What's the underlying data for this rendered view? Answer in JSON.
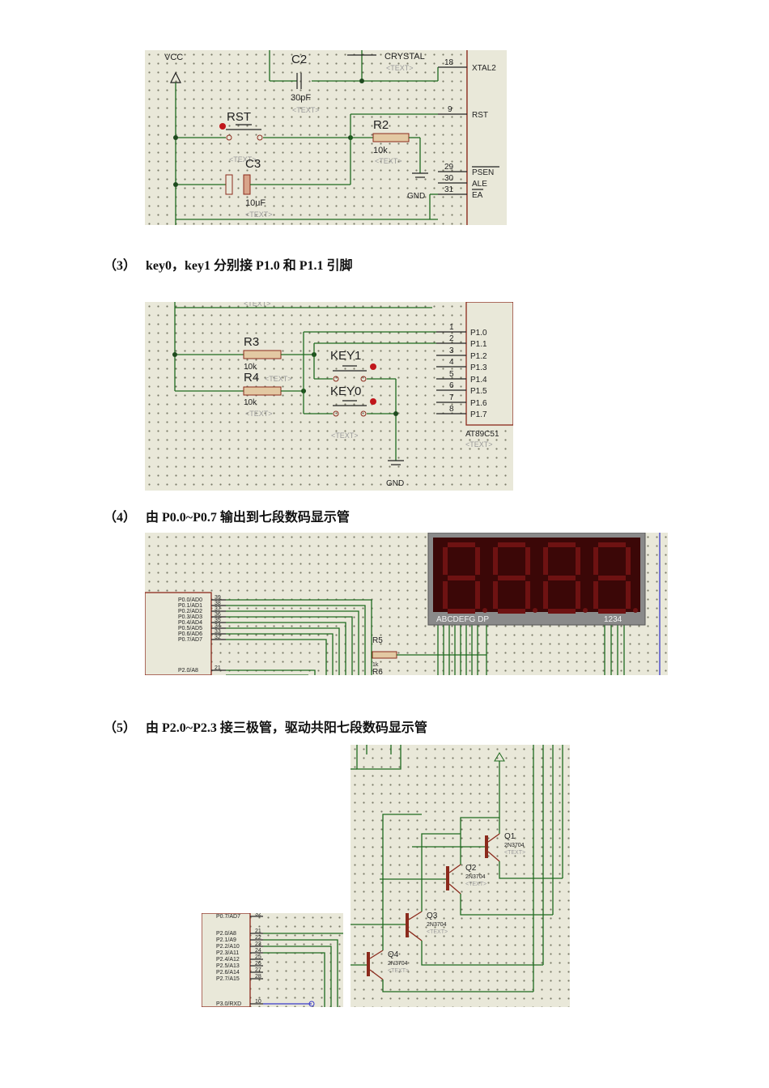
{
  "headings": [
    {
      "num": "（3）",
      "text": "key0，key1 分别接 P1.0 和 P1.1 引脚"
    },
    {
      "num": "（4）",
      "text": "由 P0.0~P0.7 输出到七段数码显示管"
    },
    {
      "num": "（5）",
      "text": "由 P2.0~P2.3 接三极管，驱动共阳七段数码显示管"
    }
  ],
  "fig1": {
    "vcc": "VCC",
    "c2": "C2",
    "c2_value": "30pF",
    "crystal": "CRYSTAL",
    "rst": "RST",
    "r2": "R2",
    "r2_value": "10k",
    "c3": "C3",
    "c3_value": "10uF",
    "gnd": "GND",
    "text_placeholder": "<TEXT>",
    "pins": [
      {
        "num": "18",
        "name": "XTAL2"
      },
      {
        "num": "9",
        "name": "RST"
      },
      {
        "num": "29",
        "name": "PSEN"
      },
      {
        "num": "30",
        "name": "ALE"
      },
      {
        "num": "31",
        "name": "EA"
      }
    ]
  },
  "fig2": {
    "r3": "R3",
    "r3_value": "10k",
    "r4": "R4",
    "r4_value": "10k",
    "key1": "KEY1",
    "key0": "KEY0",
    "gnd": "GND",
    "chip": "AT89C51",
    "text_placeholder": "<TEXT>",
    "pins": [
      {
        "num": "1",
        "name": "P1.0"
      },
      {
        "num": "2",
        "name": "P1.1"
      },
      {
        "num": "3",
        "name": "P1.2"
      },
      {
        "num": "4",
        "name": "P1.3"
      },
      {
        "num": "5",
        "name": "P1.4"
      },
      {
        "num": "6",
        "name": "P1.5"
      },
      {
        "num": "7",
        "name": "P1.6"
      },
      {
        "num": "8",
        "name": "P1.7"
      }
    ]
  },
  "fig3": {
    "display_seg_label": "ABCDEFG DP",
    "display_digit_label": "1234",
    "r5": "R5",
    "r5_value": "1k",
    "r6": "R6",
    "pins": [
      {
        "num": "39",
        "name": "P0.0/AD0"
      },
      {
        "num": "38",
        "name": "P0.1/AD1"
      },
      {
        "num": "37",
        "name": "P0.2/AD2"
      },
      {
        "num": "36",
        "name": "P0.3/AD3"
      },
      {
        "num": "35",
        "name": "P0.4/AD4"
      },
      {
        "num": "34",
        "name": "P0.5/AD5"
      },
      {
        "num": "33",
        "name": "P0.6/AD6"
      },
      {
        "num": "32",
        "name": "P0.7/AD7"
      },
      {
        "num": "21",
        "name": "P2.0/A8"
      }
    ]
  },
  "fig4": {
    "pins": [
      {
        "num": "32",
        "name": "P0.7/AD7"
      },
      {
        "num": "21",
        "name": "P2.0/A8"
      },
      {
        "num": "22",
        "name": "P2.1/A9"
      },
      {
        "num": "23",
        "name": "P2.2/A10"
      },
      {
        "num": "24",
        "name": "P2.3/A11"
      },
      {
        "num": "25",
        "name": "P2.4/A12"
      },
      {
        "num": "26",
        "name": "P2.5/A13"
      },
      {
        "num": "27",
        "name": "P2.6/A14"
      },
      {
        "num": "28",
        "name": "P2.7/A15"
      },
      {
        "num": "10",
        "name": "P3.0/RXD"
      }
    ],
    "transistors": [
      {
        "name": "Q1",
        "part": "2N3704"
      },
      {
        "name": "Q2",
        "part": "2N3704"
      },
      {
        "name": "Q3",
        "part": "2N3704"
      },
      {
        "name": "Q4",
        "part": "2N3704"
      }
    ],
    "text_placeholder": "<TEXT>"
  }
}
